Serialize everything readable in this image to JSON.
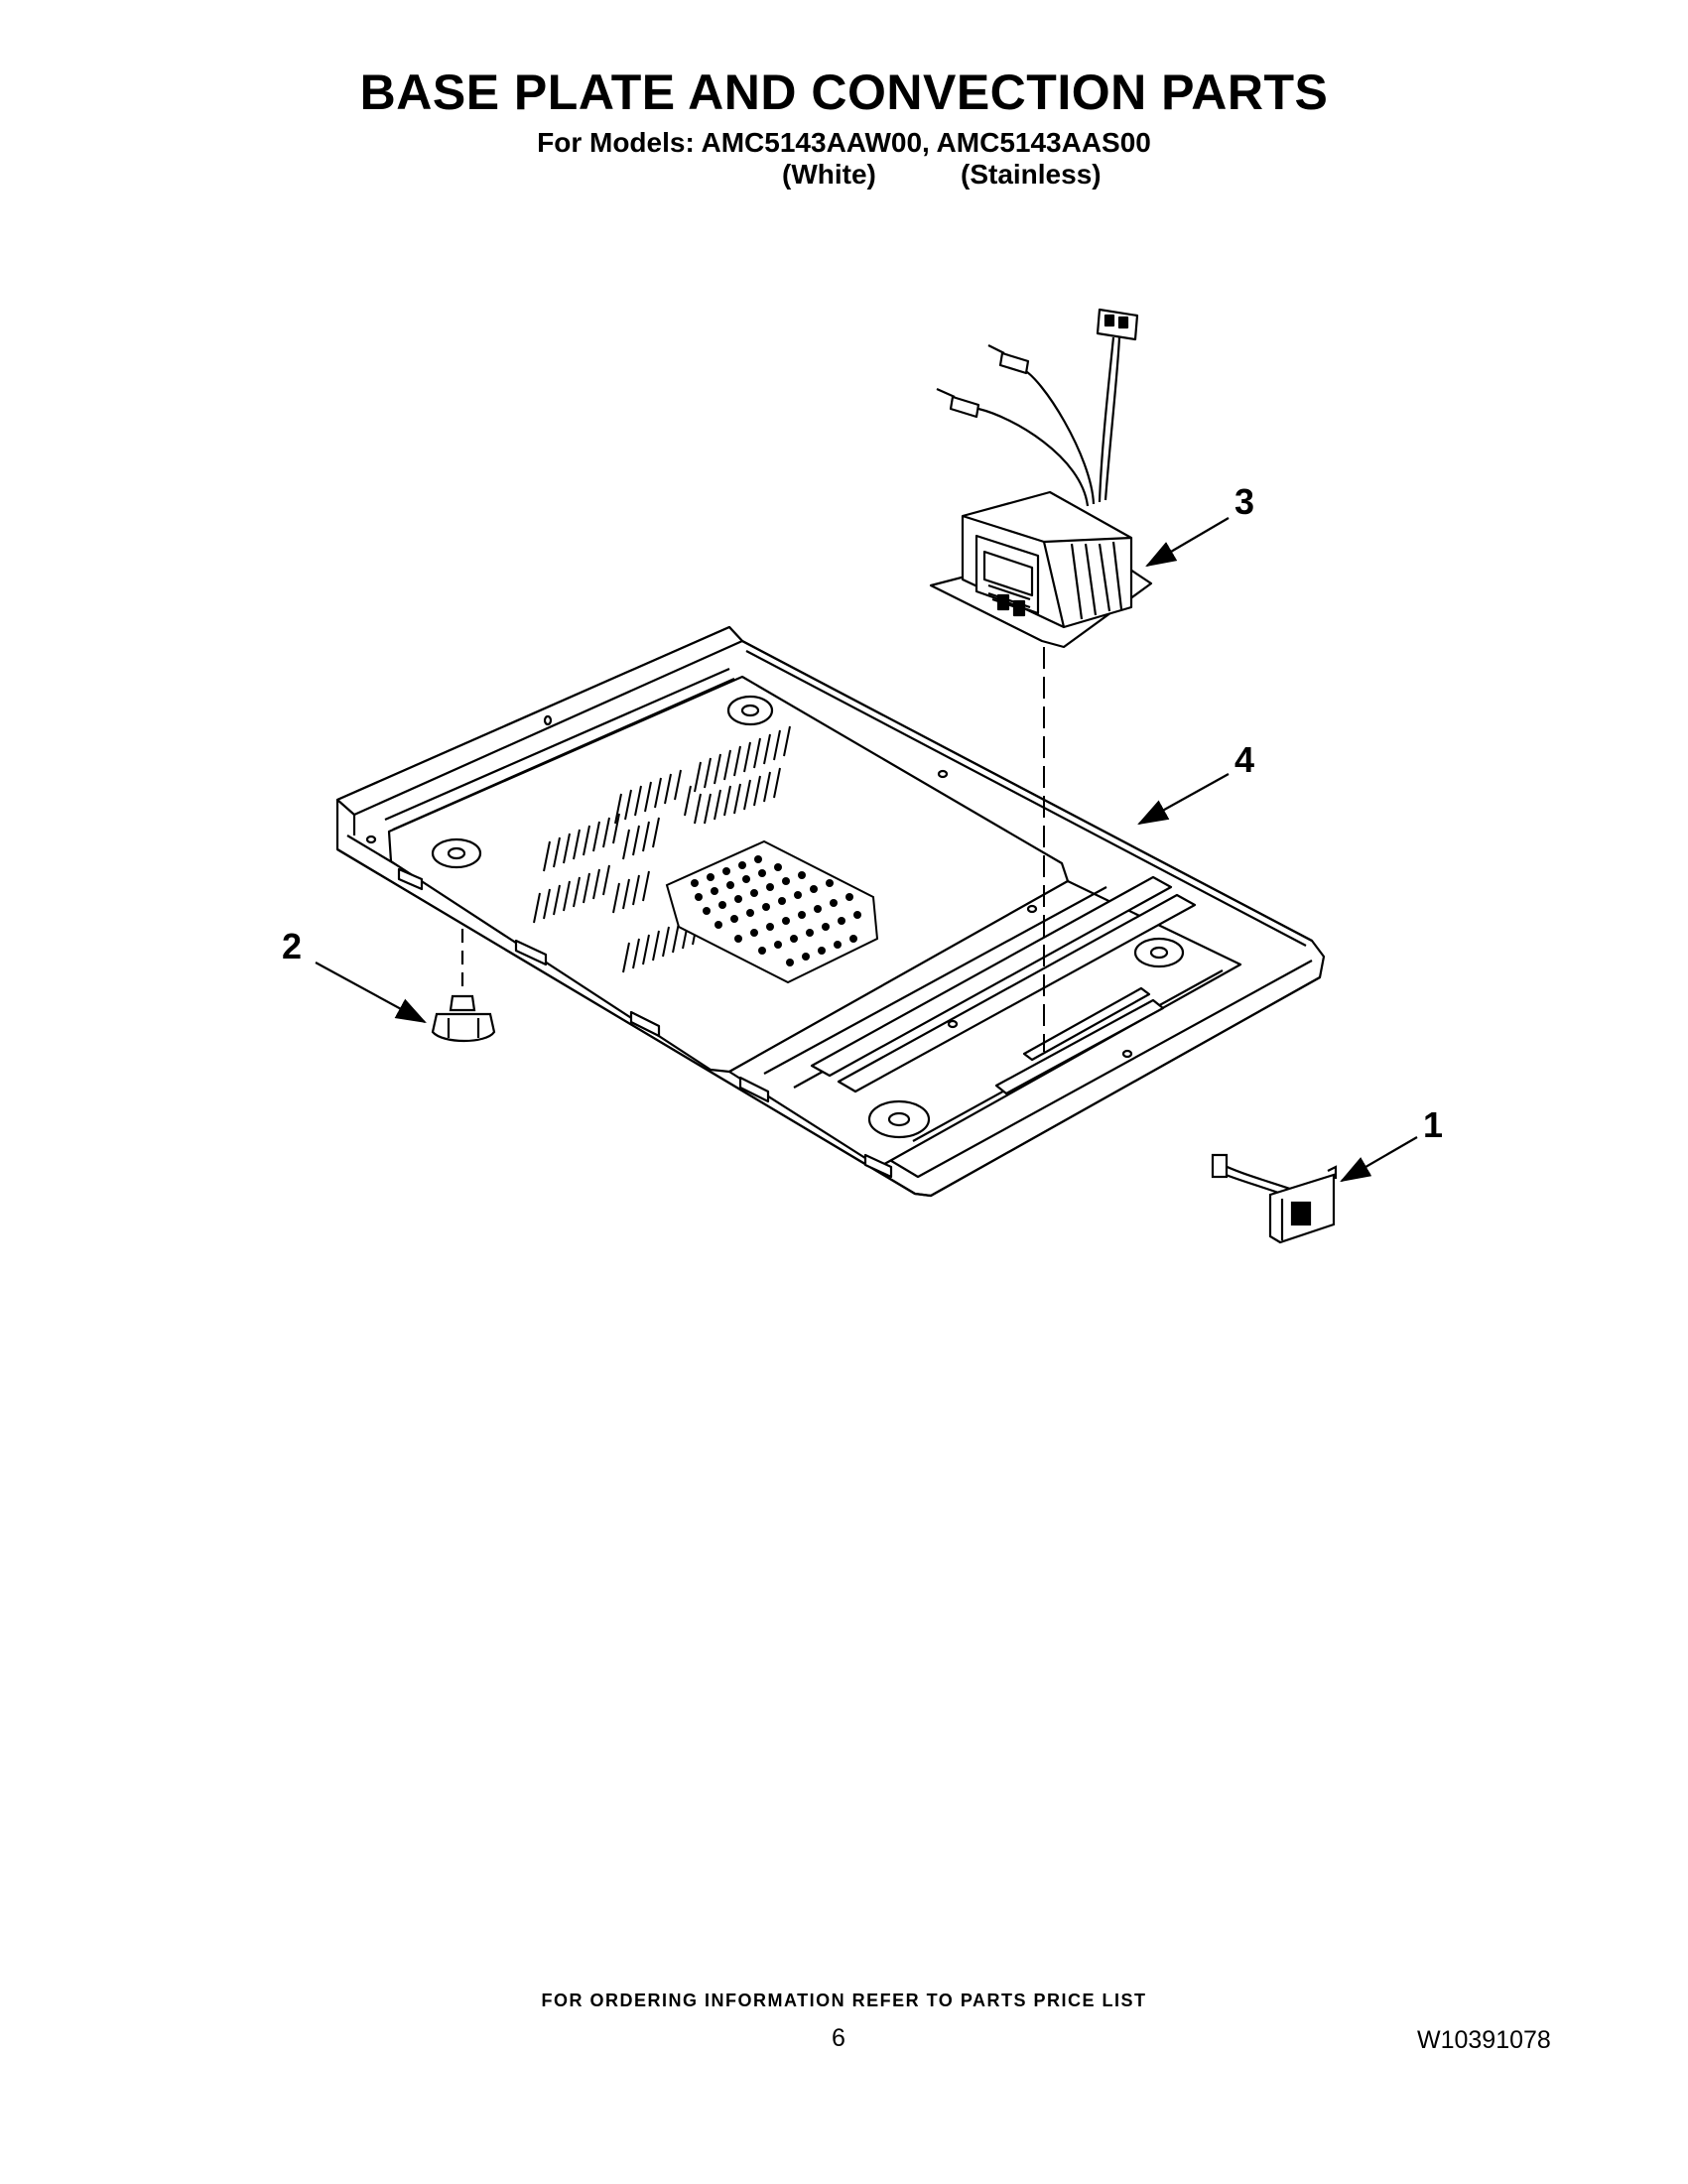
{
  "header": {
    "title": "BASE PLATE AND CONVECTION PARTS",
    "models_line": "For Models: AMC5143AAW00, AMC5143AAS00",
    "variant_white": "(White)",
    "variant_stainless": "(Stainless)"
  },
  "callouts": {
    "c1": "1",
    "c2": "2",
    "c3": "3",
    "c4": "4"
  },
  "footer": {
    "ordering_note": "FOR ORDERING INFORMATION REFER TO PARTS PRICE LIST",
    "page_number": "6",
    "document_number": "W10391078"
  }
}
